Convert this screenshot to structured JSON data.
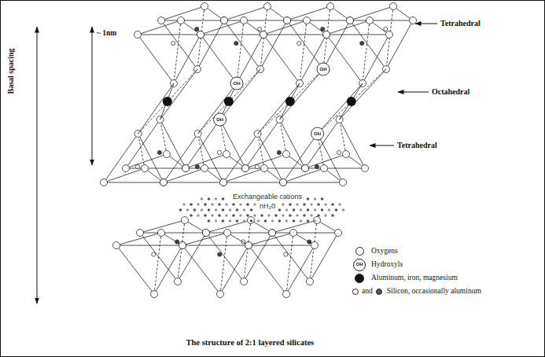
{
  "diagram": {
    "caption": "The structure of 2:1 layered silicates",
    "labels": [
      "Basal spacing",
      "~ 1nm",
      "Tetrahedral",
      "OH",
      "OH",
      "Octahedral",
      "OH",
      "OH",
      "Tetrahedral",
      "Exchangeable cations",
      "nH₂0",
      "OH",
      "and"
    ],
    "legend": [
      {
        "text": "Oxygens"
      },
      {
        "text": "Hydroxyls"
      },
      {
        "text": "Aluminum, iron, magnesium"
      },
      {
        "text": "Silicon, occasionally aluminum"
      }
    ]
  }
}
